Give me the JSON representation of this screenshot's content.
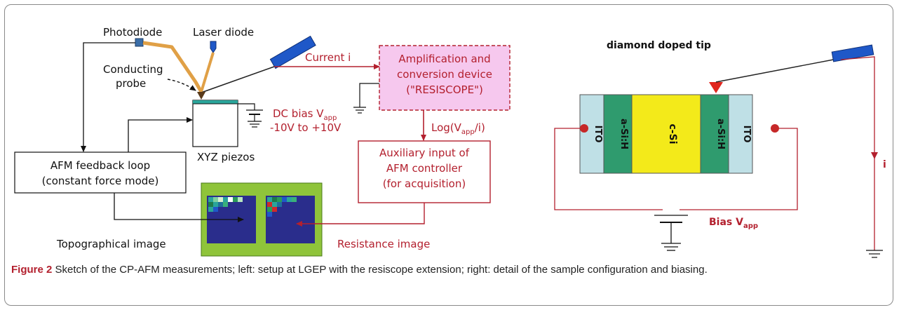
{
  "figure": {
    "left": {
      "photodiode": "Photodiode",
      "laser_diode": "Laser diode",
      "conducting_probe_1": "Conducting",
      "conducting_probe_2": "probe",
      "current": "Current i",
      "resiscope_1": "Amplification and",
      "resiscope_2": "conversion device",
      "resiscope_3": "(\"RESISCOPE\")",
      "dc_bias": "DC bias V",
      "dc_bias_sub": "app",
      "dc_range": "-10V to +10V",
      "log_main": "Log(V",
      "log_sub": "app",
      "log_end": "/i)",
      "xyz": "XYZ piezos",
      "feedback_1": "AFM feedback loop",
      "feedback_2": "(constant  force mode)",
      "aux_1": "Auxiliary input of",
      "aux_2": "AFM controller",
      "aux_3": "(for acquisition)",
      "topo": "Topographical image",
      "resist": "Resistance image"
    },
    "right": {
      "tip_title": "diamond doped tip",
      "ito_left": "ITO",
      "asih_left": "a-Si:H",
      "csi": "c-Si",
      "asih_right": "a-Si:H",
      "ito_right": "ITO",
      "current_i": "i",
      "bias": "Bias V",
      "bias_sub": "app"
    },
    "colors": {
      "red": "#b3202e",
      "blue": "#1f58c8",
      "navy": "#2a2d8c",
      "green_panel": "#8fc43a",
      "pink_box": "#f6c8ee",
      "ito": "#bfe0e6",
      "asih": "#2f9b6e",
      "csi": "#f3ea1a",
      "teal": "#2aa59a",
      "orange_arm": "#e0a046"
    }
  },
  "caption": {
    "label": "Figure 2",
    "text": "Sketch of the CP-AFM measurements; left: setup at LGEP with the resiscope extension; right: detail of the sample configuration and biasing",
    "end": "."
  }
}
